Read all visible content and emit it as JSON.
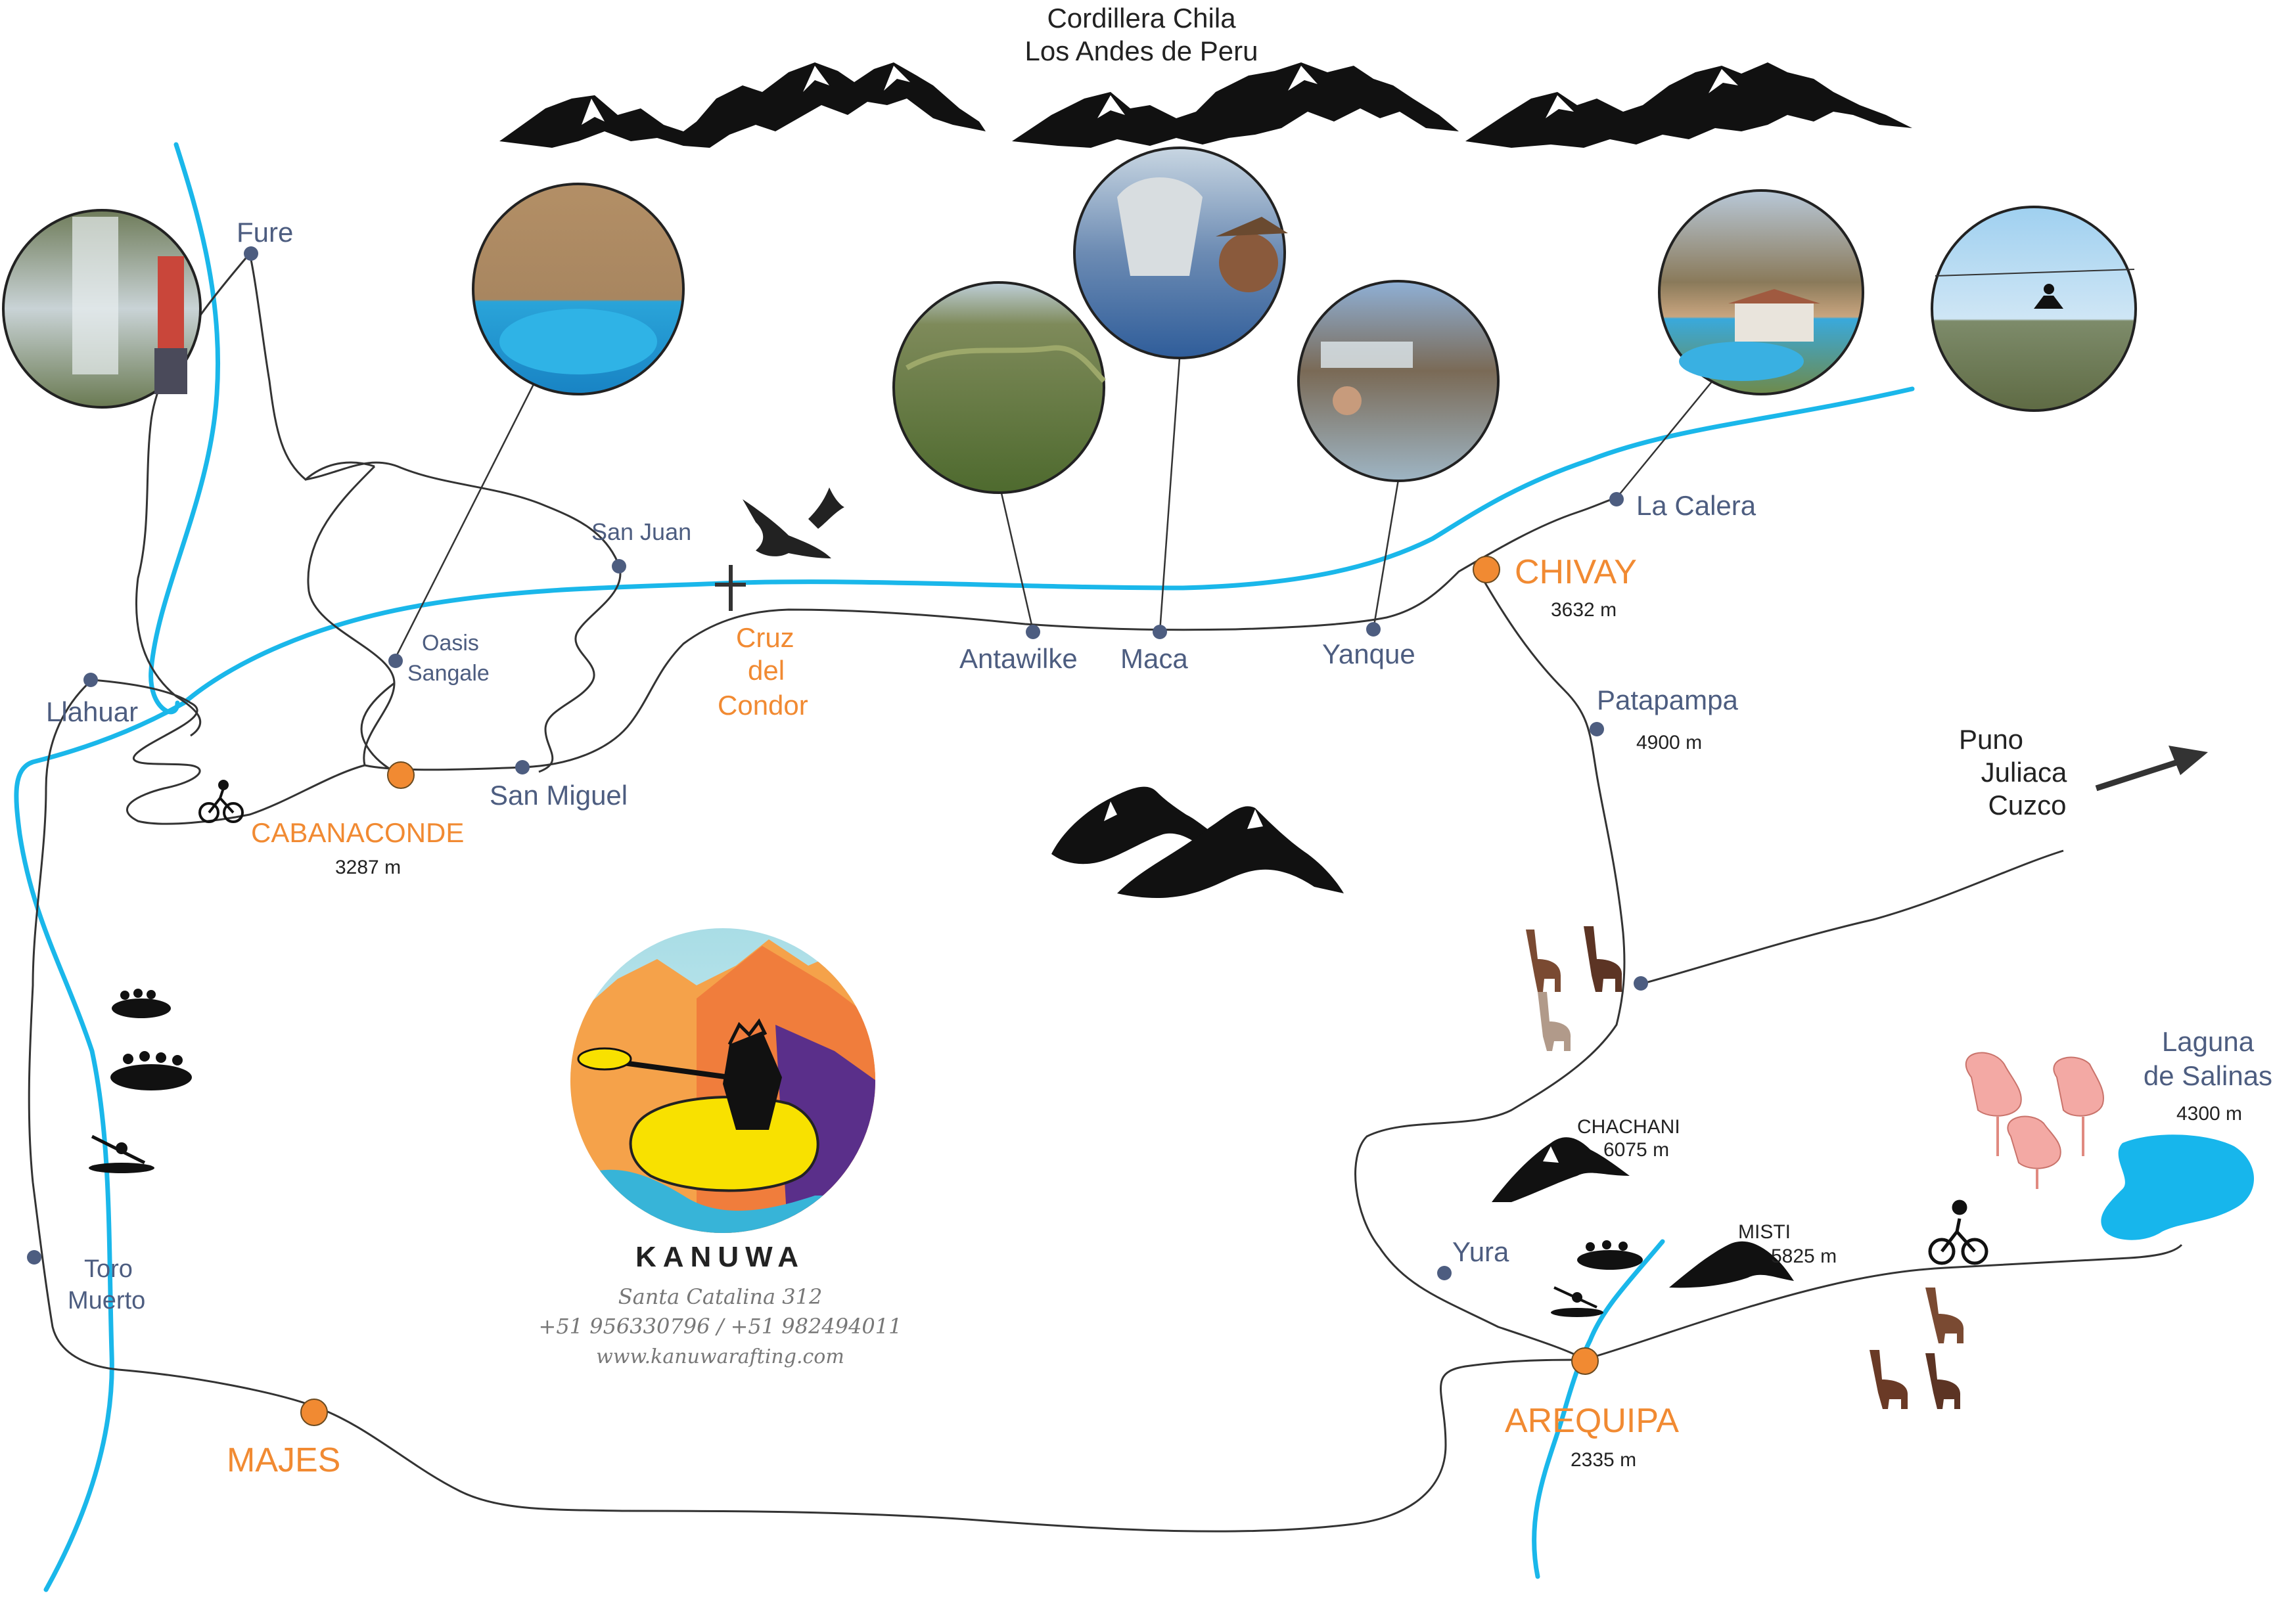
{
  "header": {
    "line1": "Cordillera Chila",
    "line2": "Los Andes de Peru"
  },
  "places": {
    "fure": "Fure",
    "san_juan": "San Juan",
    "oasis_1": "Oasis",
    "oasis_2": "Sangale",
    "llahuar": "Llahuar",
    "san_miguel": "San Miguel",
    "cabanaconde": "CABANACONDE",
    "cabanaconde_alt": "3287 m",
    "cruz_1": "Cruz",
    "cruz_2": "del",
    "cruz_3": "Condor",
    "antawilke": "Antawilke",
    "maca": "Maca",
    "yanque": "Yanque",
    "chivay": "CHIVAY",
    "chivay_alt": "3632 m",
    "la_calera": "La Calera",
    "patapampa": "Patapampa",
    "patapampa_alt": "4900 m",
    "puno": "Puno",
    "juliaca": "Juliaca",
    "cuzco": "Cuzco",
    "toro_1": "Toro",
    "toro_2": "Muerto",
    "majes": "MAJES",
    "yura": "Yura",
    "arequipa": "AREQUIPA",
    "arequipa_alt": "2335 m",
    "chachani": "CHACHANI",
    "chachani_alt": "6075 m",
    "misti": "MISTI",
    "misti_alt": "5825 m",
    "laguna_1": "Laguna",
    "laguna_2": "de Salinas",
    "laguna_alt": "4300 m"
  },
  "brand": {
    "name": "KANUWA",
    "address": "Santa Catalina 312",
    "phones": "+51 956330796 / +51 982494011",
    "web": "www.kanuwarafting.com"
  },
  "colors": {
    "river": "#1ab7ea",
    "road": "#333333",
    "town_label": "#f18a32",
    "place_label": "#4d5d80",
    "node": "#4d5d80"
  },
  "icons": [
    "mountain-range-icon",
    "condor-icon",
    "mountain-bike-icon",
    "raft-icon",
    "kayak-icon",
    "llama-icon",
    "flamingo-icon",
    "lake-icon",
    "arrow-icon",
    "photo-circle"
  ]
}
